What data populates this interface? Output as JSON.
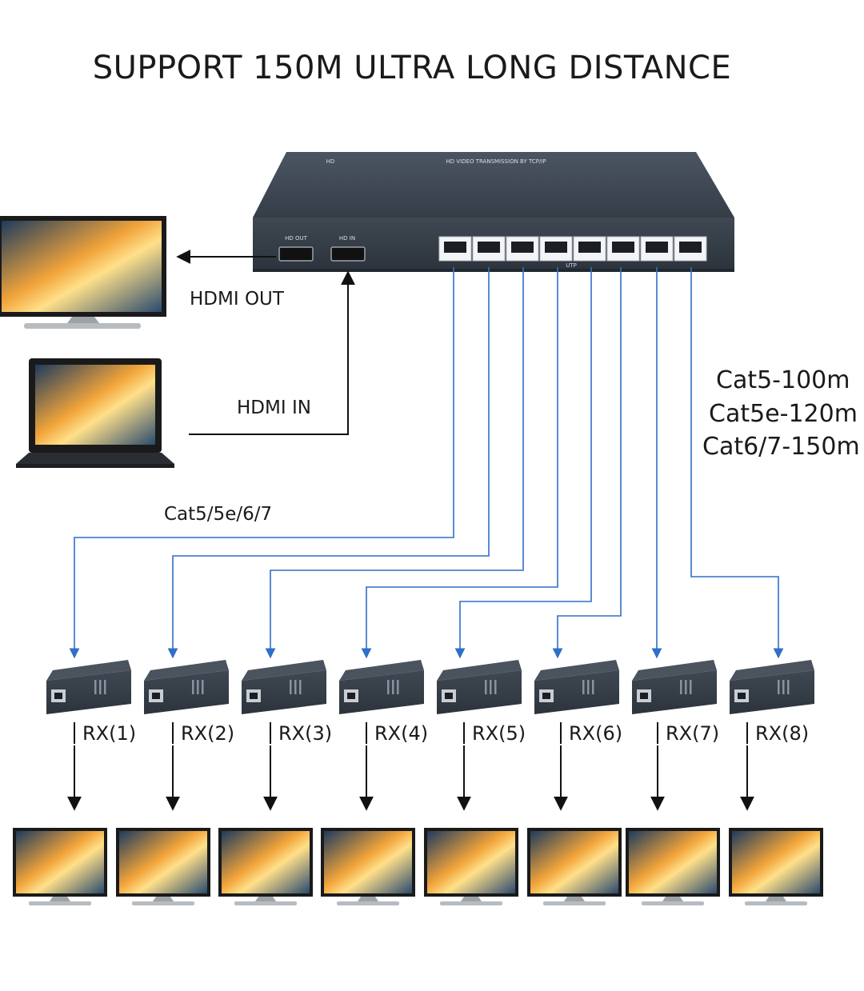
{
  "title": "SUPPORT 150M ULTRA LONG DISTANCE",
  "transmitter": {
    "top_label": "HD VIDEO TRANSMISSION BY TCP/IP",
    "port_hd_out": "HD OUT",
    "port_hd_in": "HD IN",
    "port_utp": "UTP",
    "brand_text": "HD"
  },
  "labels": {
    "hdmi_out": "HDMI OUT",
    "hdmi_in": "HDMI IN",
    "cable_type": "Cat5/5e/6/7",
    "distance_lines": [
      "Cat5-100m",
      "Cat5e-120m",
      "Cat6/7-150m"
    ]
  },
  "receivers": [
    "RX(1)",
    "RX(2)",
    "RX(3)",
    "RX(4)",
    "RX(5)",
    "RX(6)",
    "RX(7)",
    "RX(8)"
  ],
  "colors": {
    "cable": "#2f6fc7",
    "arrow": "#111111",
    "device": "#3b4450",
    "text": "#1a1a1a"
  }
}
